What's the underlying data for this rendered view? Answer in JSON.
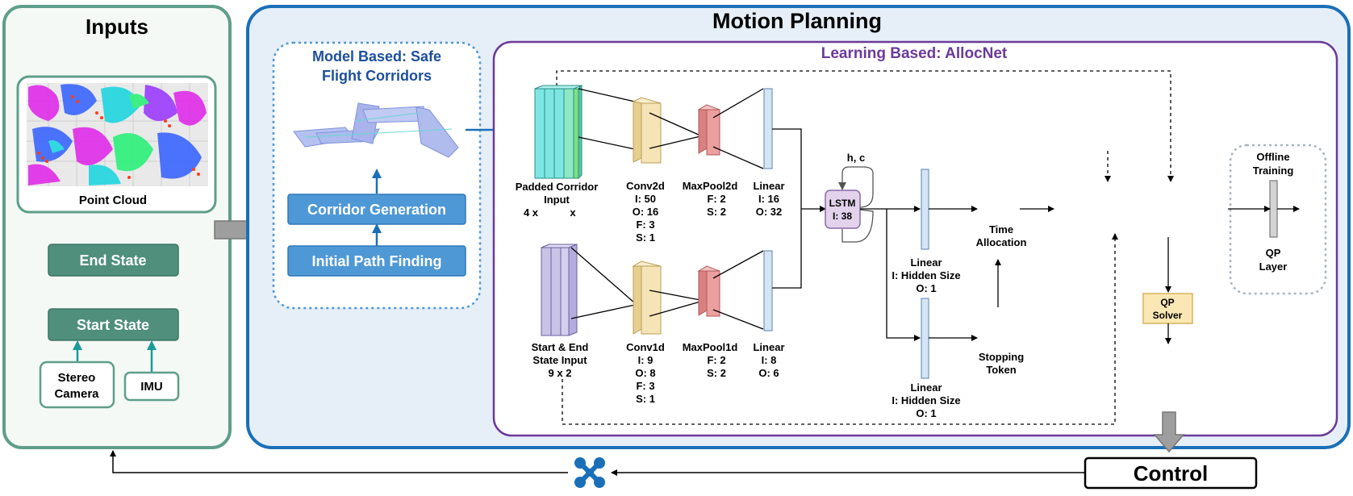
{
  "inputs": {
    "title": "Inputs",
    "point_cloud_label": "Point Cloud",
    "end_state": "End State",
    "start_state": "Start State",
    "stereo_camera_line1": "Stereo",
    "stereo_camera_line2": "Camera",
    "imu": "IMU"
  },
  "motion_planning": {
    "title": "Motion Planning",
    "model_based": {
      "title_line1": "Model Based: Safe",
      "title_line2": "Flight Corridors",
      "corridor_generation": "Corridor Generation",
      "initial_path_finding": "Initial Path Finding"
    },
    "learning_based": {
      "title": "Learning Based: AllocNet",
      "padded_corridor": {
        "line1": "Padded Corridor",
        "line2": "Input",
        "line3_left": "4 x",
        "line3_right": "x"
      },
      "conv2d": {
        "name": "Conv2d",
        "l1": "I: 50",
        "l2": "O: 16",
        "l3": "F: 3",
        "l4": "S: 1"
      },
      "maxpool2d": {
        "name": "MaxPool2d",
        "l1": "F: 2",
        "l2": "S: 2"
      },
      "linear_top": {
        "name": "Linear",
        "l1": "I: 16",
        "l2": "O: 32"
      },
      "state_input": {
        "line1": "Start & End",
        "line2": "State Input",
        "line3": "9 x 2"
      },
      "conv1d": {
        "name": "Conv1d",
        "l1": "I: 9",
        "l2": "O: 8",
        "l3": "F: 3",
        "l4": "S: 1"
      },
      "maxpool1d": {
        "name": "MaxPool1d",
        "l1": "F: 2",
        "l2": "S: 2"
      },
      "linear_bottom": {
        "name": "Linear",
        "l1": "I: 8",
        "l2": "O: 6"
      },
      "lstm": {
        "line1": "LSTM",
        "line2": "I: 38",
        "hc": "h, c"
      },
      "linear_time": {
        "name": "Linear",
        "l1": "I: Hidden Size",
        "l2": "O: 1"
      },
      "linear_stop": {
        "name": "Linear",
        "l1": "I: Hidden Size",
        "l2": "O: 1"
      },
      "time_allocation": {
        "line1": "Time",
        "line2": "Allocation"
      },
      "stopping_token": {
        "line1": "Stopping",
        "line2": "Token"
      },
      "qp_solver": {
        "line1": "QP",
        "line2": "Solver"
      },
      "offline_training": {
        "line1": "Offline",
        "line2": "Training"
      },
      "qp_layer": {
        "line1": "QP",
        "line2": "Layer"
      }
    }
  },
  "control": {
    "label": "Control"
  },
  "colors": {
    "inputs_border": "#5f9e8a",
    "inputs_fill": "#f4f9f6",
    "state_button": "#4f8f7c",
    "motion_border": "#1a6fb8",
    "motion_fill": "#e6eef7",
    "model_title": "#1c4f9c",
    "blue_button": "#4e98d6",
    "learning_border": "#6b3a9a",
    "learning_title": "#6b3a9a",
    "conv_fill": "#f6e3b6",
    "pool_fill": "#ec9f9f",
    "linear_fill": "#d6e5f4",
    "lstm_fill": "#e2d2ec",
    "qp_fill": "#fbe7b3",
    "padded_fill": "#7fe5e0",
    "state_fill": "#c9c3e6"
  }
}
